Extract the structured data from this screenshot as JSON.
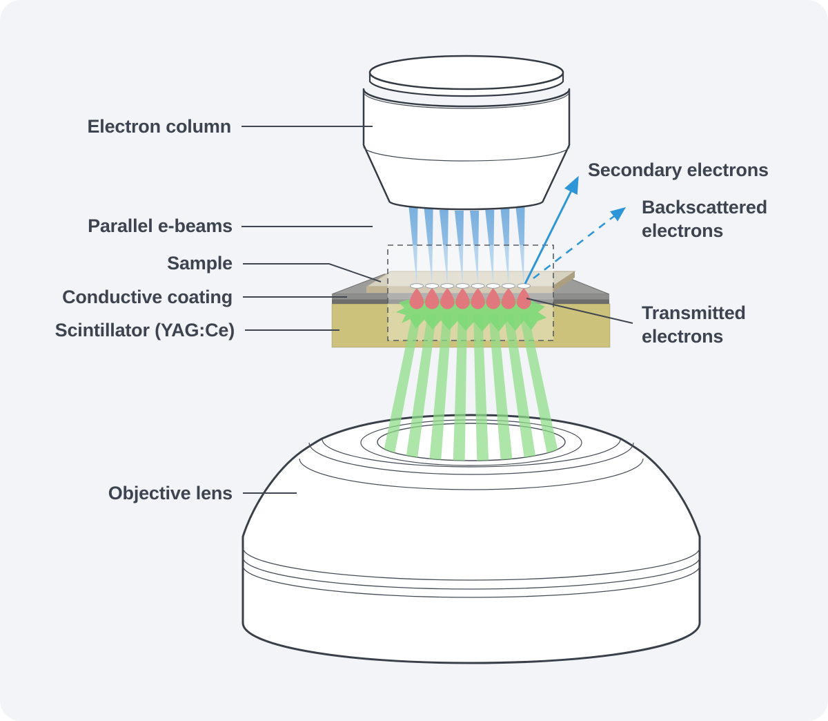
{
  "title": "Multi-beam scanning electron microscope detection diagram",
  "labels": {
    "electron_column": "Electron column",
    "parallel_ebeams": "Parallel e-beams",
    "sample": "Sample",
    "conductive_coating": "Conductive coating",
    "scintillator": "Scintillator (YAG:Ce)",
    "objective_lens": "Objective lens",
    "secondary_electrons": "Secondary electrons",
    "backscattered_line1": "Backscattered",
    "backscattered_line2": "electrons",
    "transmitted_line1": "Transmitted",
    "transmitted_line2": "electrons"
  },
  "diagram": {
    "beam_count": 8,
    "spot_count": 8,
    "interaction_volume_count": 8,
    "transmitted_beam_count": 8,
    "colors": {
      "panel_bg": "#f2f4f7",
      "outline": "#3a4049",
      "text": "#3d4450",
      "arrow_blue": "#2e96d8",
      "ebeam_blue_top": "#74acdc",
      "ebeam_blue_bottom": "#a3cbec",
      "scintillation_green": "#7ed878",
      "transmitted_green": "#8edd86",
      "interaction_red": "#e1787e",
      "scintillator_olive": "#ccc27c",
      "coating_gray_top": "#9c9c9a",
      "coating_gray_front": "#8d8d8b",
      "coating_gray_dark": "#6d6d6b",
      "sample_top": "#d7d1c0",
      "sample_front": "#bfb394",
      "sample_side": "#ab9f80",
      "spot_white": "#ffffff"
    }
  }
}
